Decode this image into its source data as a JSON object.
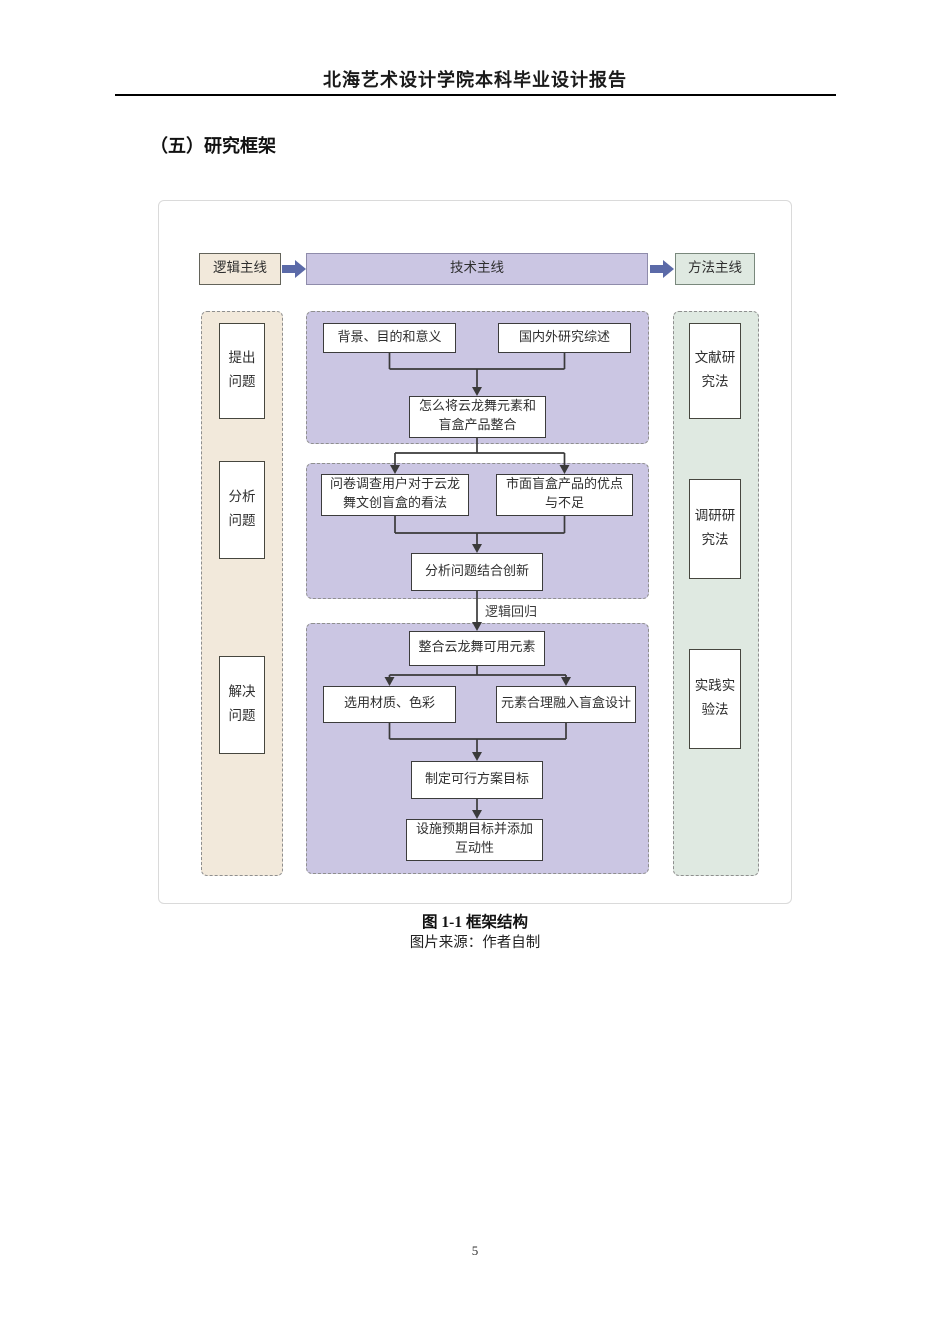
{
  "page": {
    "header_title": "北海艺术设计学院本科毕业设计报告",
    "section_title": "（五）研究框架",
    "page_number": "5"
  },
  "figure": {
    "caption_title": "图 1-1 框架结构",
    "caption_source": "图片来源：作者自制",
    "top_row": {
      "left_label": "逻辑主线",
      "center_label": "技术主线",
      "right_label": "方法主线"
    },
    "left_column": {
      "items": [
        "提出问题",
        "分析问题",
        "解决问题"
      ]
    },
    "right_column": {
      "items": [
        "文献研究法",
        "调研研究法",
        "实践实验法"
      ]
    },
    "flow": {
      "s1_left": "背景、目的和意义",
      "s1_right": "国内外研究综述",
      "s1_merge": "怎么将云龙舞元素和盲盒产品整合",
      "s2_left": "问卷调查用户对于云龙舞文创盲盒的看法",
      "s2_right": "市面盲盒产品的优点与不足",
      "s2_merge": "分析问题结合创新",
      "connector_label": "逻辑回归",
      "s3_top": "整合云龙舞可用元素",
      "s3_left": "选用材质、色彩",
      "s3_right": "元素合理融入盲盒设计",
      "s3_merge": "制定可行方案目标",
      "s3_final": "设施预期目标并添加互动性"
    },
    "colors": {
      "beige_fill": "#f2e9db",
      "purple_fill": "#cbc6e3",
      "green_fill": "#dfe9e1",
      "arrow_blue": "#5b6aa8",
      "line_dark": "#3a3a3a",
      "dash_gray": "#8f8f8f"
    }
  }
}
